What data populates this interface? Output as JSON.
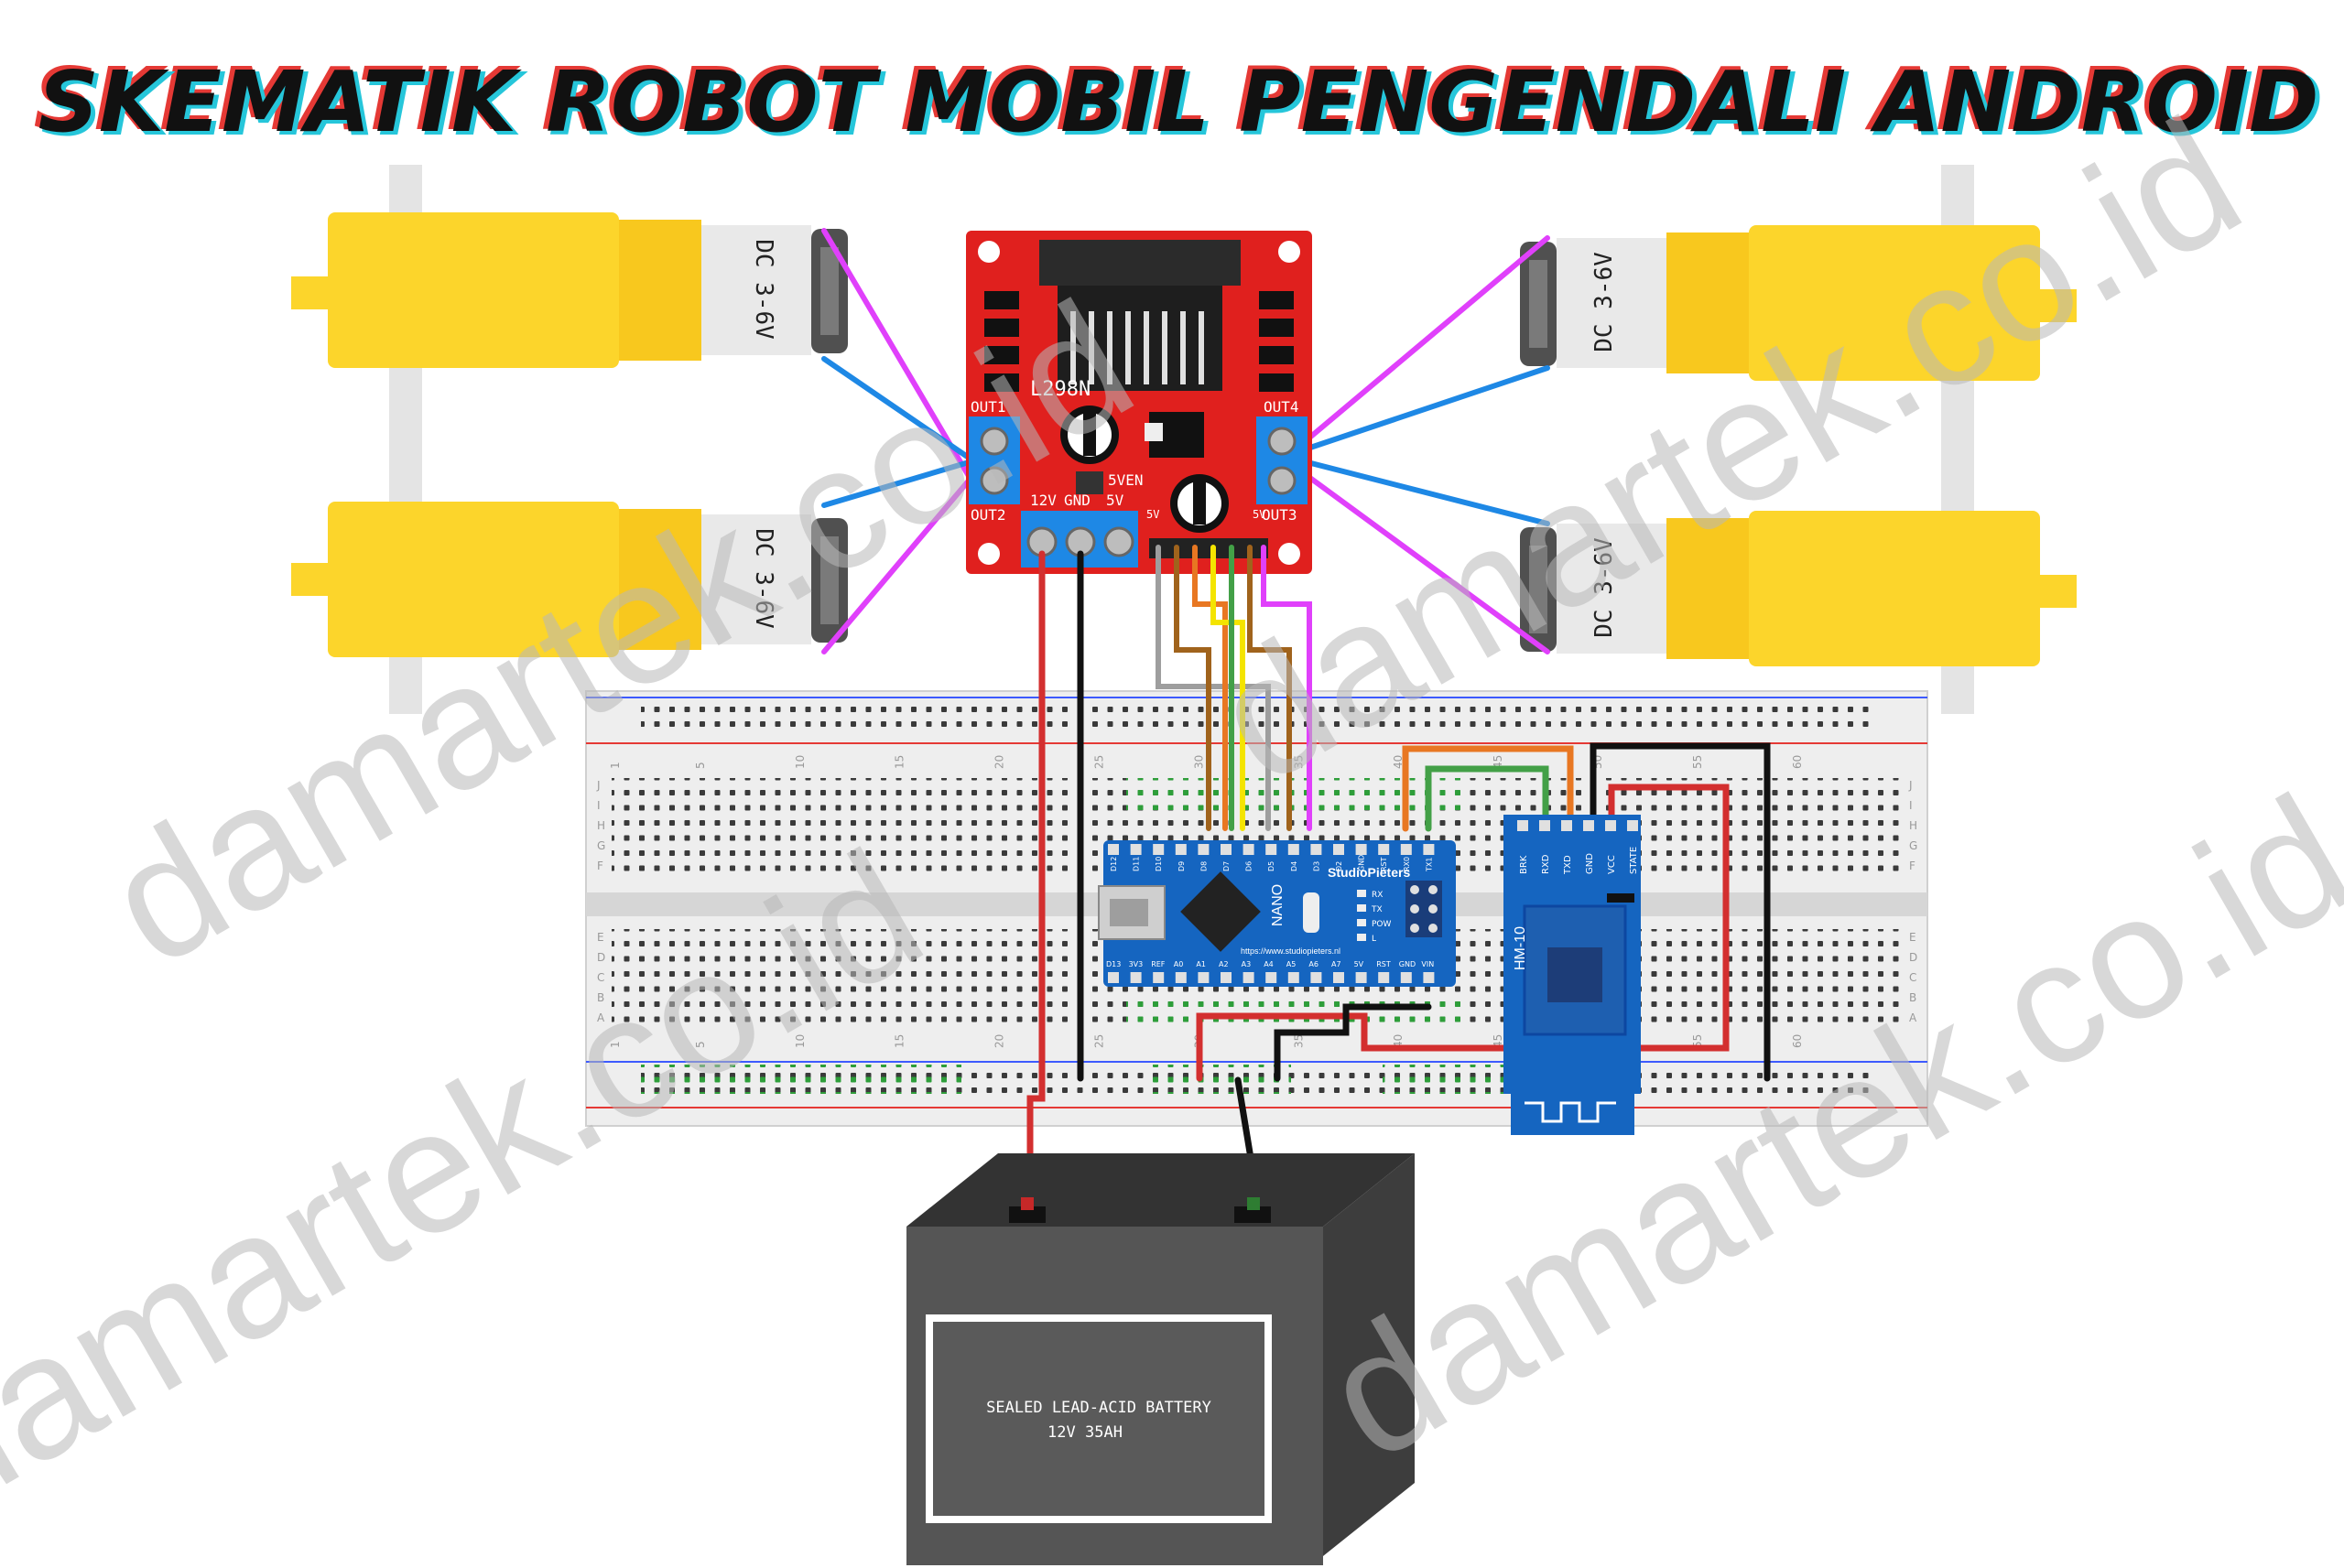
{
  "title": "SKEMATIK ROBOT MOBIL PENGENDALI ANDROID",
  "watermark": "damartek.co.id",
  "motors": {
    "label_a": "DC 3-6V",
    "label_b": "DC 3-6V"
  },
  "driver": {
    "name": "L298N",
    "out1": "OUT1",
    "out2": "OUT2",
    "out3": "OUT3",
    "out4": "OUT4",
    "power_12v": "12V",
    "power_gnd": "GND",
    "power_5v": "5V",
    "jumper": "5VEN",
    "pin_5v_left": "5V",
    "pin_5v_right": "5V"
  },
  "arduino": {
    "brand": "StudioPieters",
    "model": "NANO",
    "url": "https://www.studiopieters.nl",
    "top_pins": [
      "D12",
      "D11",
      "D10",
      "D9",
      "D8",
      "D7",
      "D6",
      "D5",
      "D4",
      "D3",
      "D2",
      "GND",
      "RST",
      "RX0",
      "TX1"
    ],
    "bottom_pins": [
      "D13",
      "3V3",
      "REF",
      "A0",
      "A1",
      "A2",
      "A3",
      "A4",
      "A5",
      "A6",
      "A7",
      "5V",
      "RST",
      "GND",
      "VIN"
    ],
    "leds": [
      "RX",
      "TX",
      "POW",
      "L"
    ]
  },
  "bluetooth": {
    "name": "HM-10",
    "pins": [
      "BRK",
      "RXD",
      "TXD",
      "GND",
      "VCC",
      "STATE"
    ]
  },
  "battery": {
    "line1": "SEALED LEAD-ACID BATTERY",
    "line2": "12V 35AH"
  },
  "breadboard": {
    "top_numbers": [
      "1",
      "5",
      "10",
      "15",
      "20",
      "25",
      "30",
      "35",
      "40",
      "45",
      "50",
      "55",
      "60"
    ],
    "bottom_numbers": [
      "1",
      "5",
      "10",
      "15",
      "20",
      "25",
      "30",
      "35",
      "40",
      "45",
      "50",
      "55",
      "60"
    ],
    "upper_rows": [
      "J",
      "I",
      "H",
      "G",
      "F"
    ],
    "lower_rows": [
      "E",
      "D",
      "C",
      "B",
      "A"
    ]
  },
  "colors": {
    "motor_yellow": "#FCD52B",
    "driver_red": "#E0201E",
    "terminal_blue": "#1E88E5",
    "pcb_blue": "#1565C0",
    "wire_magenta": "#E040FB",
    "wire_blue": "#1E88E5",
    "wire_red": "#D32F2F",
    "wire_black": "#111111",
    "wire_orange": "#E87722",
    "wire_green": "#43A047",
    "wire_yellow": "#F4E400",
    "wire_gray": "#9E9E9E",
    "wire_brown": "#A0631C",
    "battery_body": "#555555"
  }
}
